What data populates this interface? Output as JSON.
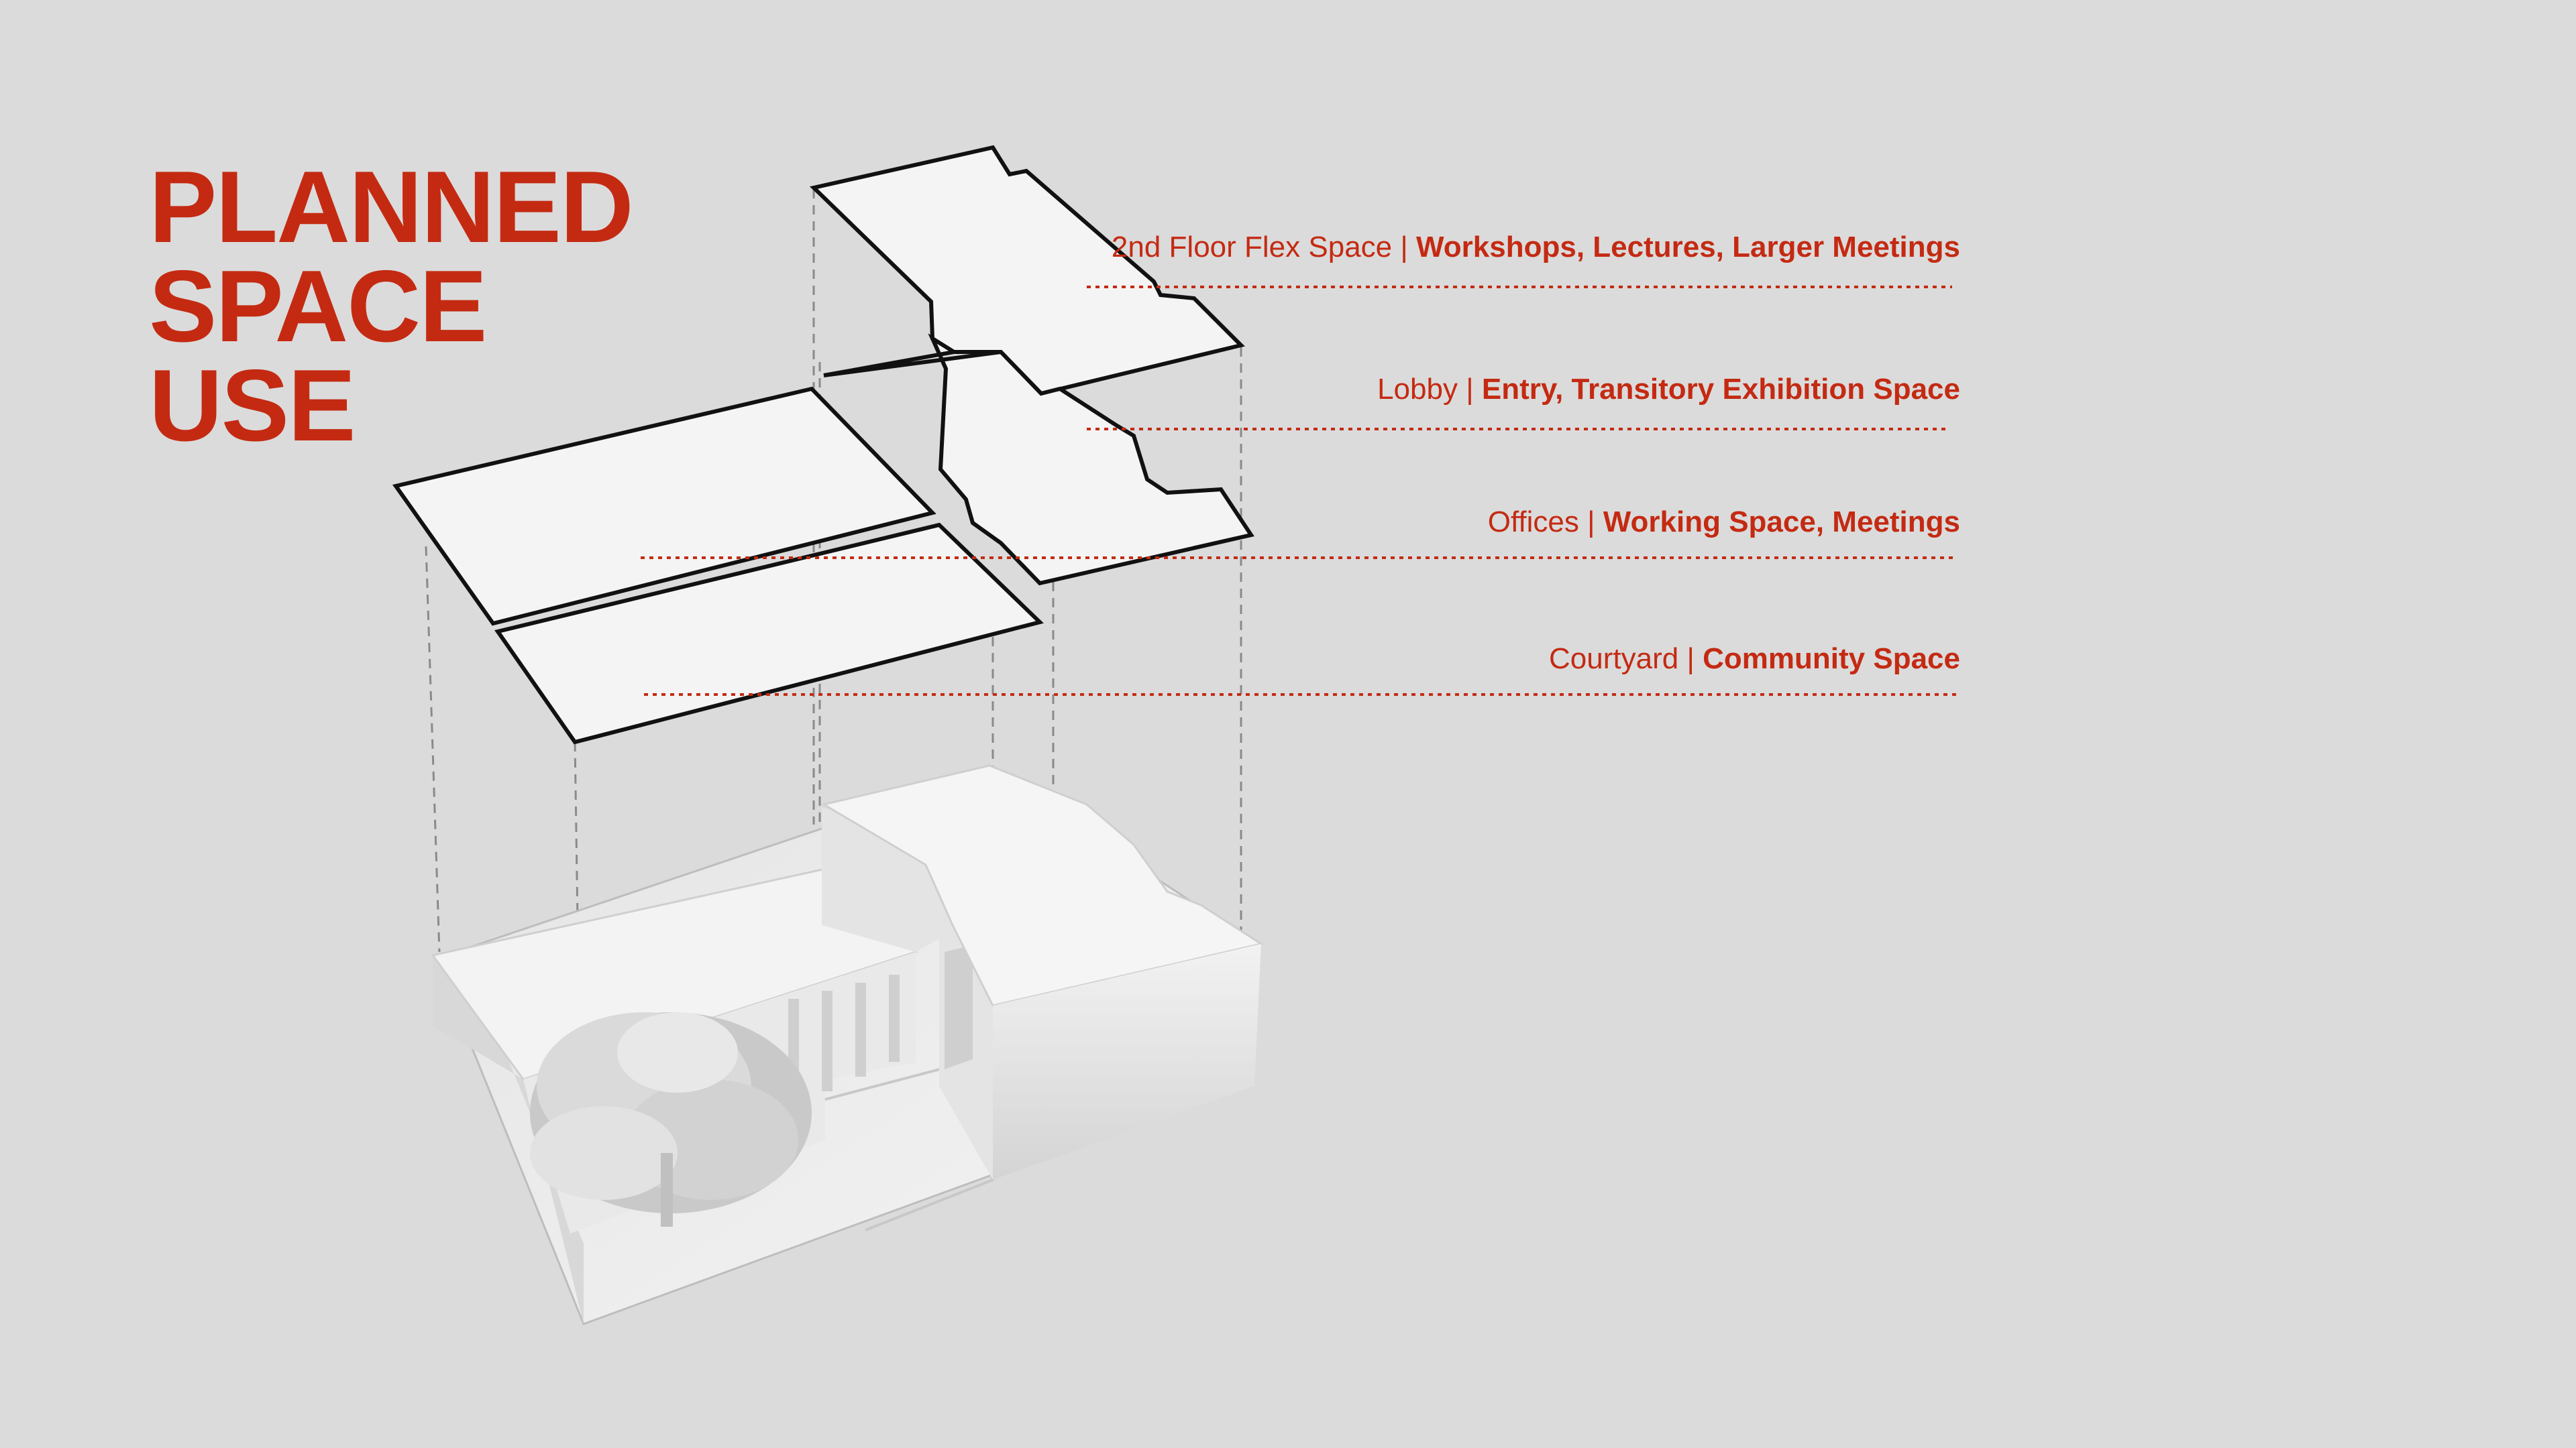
{
  "title": {
    "line1": "PLANNED",
    "line2": "SPACE",
    "line3": "USE"
  },
  "colors": {
    "accent": "#c42a12",
    "background": "#dbdbdb",
    "plane_fill": "#f4f4f4",
    "model": "#ffffff"
  },
  "labels": [
    {
      "space": "2nd Floor Flex Space",
      "separator": "|",
      "use": "Workshops, Lectures, Larger Meetings"
    },
    {
      "space": "Lobby",
      "separator": "|",
      "use": "Entry, Transitory Exhibition Space"
    },
    {
      "space": "Offices",
      "separator": "|",
      "use": "Working Space, Meetings"
    },
    {
      "space": "Courtyard",
      "separator": "|",
      "use": "Community Space"
    }
  ]
}
